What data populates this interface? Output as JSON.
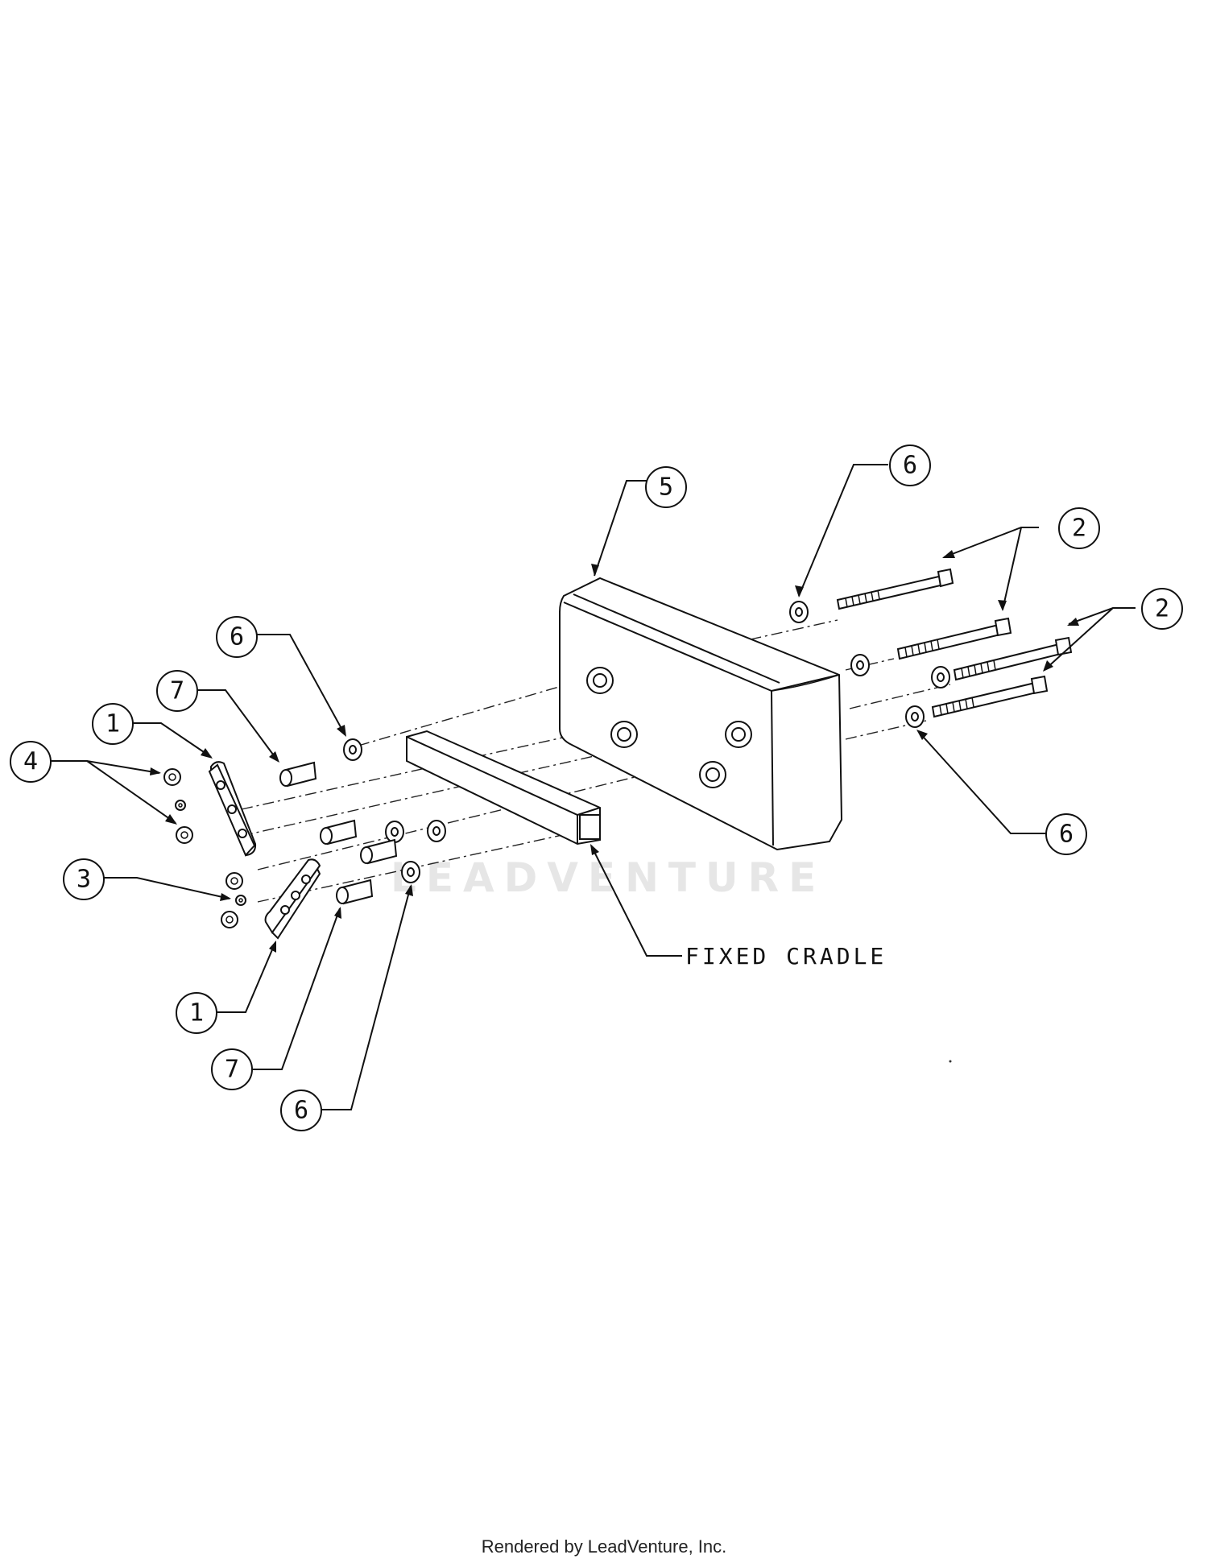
{
  "watermark": "LEADVENTURE",
  "callouts": [
    {
      "id": "c1a",
      "number": "1"
    },
    {
      "id": "c1b",
      "number": "1"
    },
    {
      "id": "c2a",
      "number": "2"
    },
    {
      "id": "c2b",
      "number": "2"
    },
    {
      "id": "c3",
      "number": "3"
    },
    {
      "id": "c4",
      "number": "4"
    },
    {
      "id": "c5",
      "number": "5"
    },
    {
      "id": "c6a",
      "number": "6"
    },
    {
      "id": "c6b",
      "number": "6"
    },
    {
      "id": "c6c",
      "number": "6"
    },
    {
      "id": "c6d",
      "number": "6"
    },
    {
      "id": "c7a",
      "number": "7"
    },
    {
      "id": "c7b",
      "number": "7"
    }
  ],
  "labels": {
    "fixed_cradle": "FIXED CRADLE"
  },
  "footer": {
    "text": "Rendered by LeadVenture, Inc."
  }
}
